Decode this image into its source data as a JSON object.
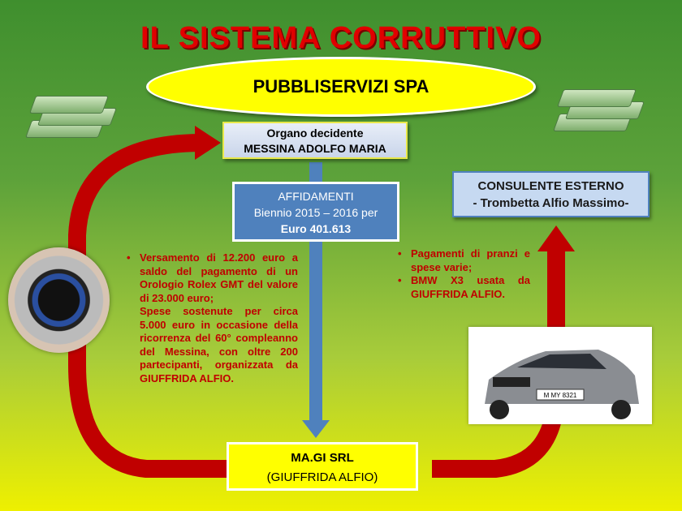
{
  "title": "IL SISTEMA CORRUTTIVO",
  "company": "PUBBLISERVIZI SPA",
  "organo": {
    "line1": "Organo decidente",
    "line2": "MESSINA ADOLFO MARIA"
  },
  "affidamenti": {
    "line1": "AFFIDAMENTI",
    "line2": "Biennio 2015 – 2016 per",
    "line3": "Euro 401.613"
  },
  "consulente": {
    "line1": "CONSULENTE ESTERNO",
    "line2": "- Trombetta Alfio Massimo-"
  },
  "magi": {
    "line1": "MA.GI SRL",
    "line2": "(GIUFFRIDA ALFIO)"
  },
  "left_bullets": [
    "Versamento di 12.200 euro a saldo del pagamento di un Orologio Rolex GMT del valore di 23.000 euro;",
    "Spese sostenute per circa 5.000 euro in occasione della ricorrenza del 60° compleanno del Messina, con oltre 200 partecipanti, organizzata da GIUFFRIDA ALFIO."
  ],
  "right_bullets": [
    "Pagamenti di pranzi e spese varie;",
    "BMW X3 usata da GIUFFRIDA ALFIO."
  ],
  "car_plate": "M MY 8321",
  "colors": {
    "arrow": "#c00000",
    "blue": "#4f81bd",
    "yellow": "#ffff00"
  }
}
